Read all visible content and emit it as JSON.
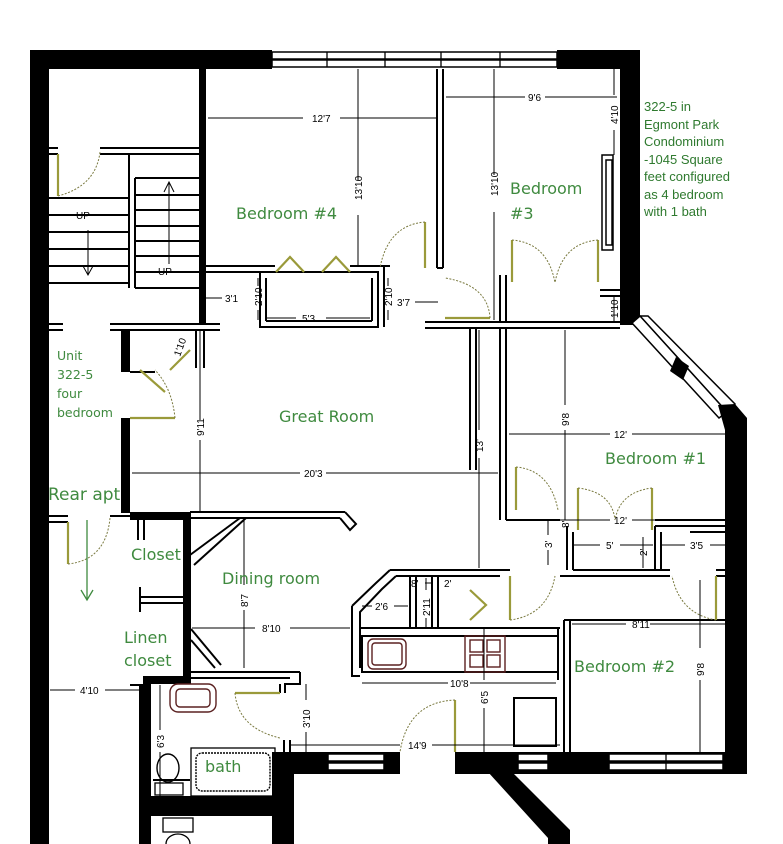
{
  "floor_plan": {
    "unit_note": {
      "lines": [
        "322-5 in",
        "Egmont Park",
        "Condominium",
        "-1045 Square",
        "feet configured",
        "as 4 bedroom",
        "with 1 bath"
      ]
    },
    "side_note": {
      "lines": [
        "Unit",
        "322-5",
        "four",
        "bedroom"
      ]
    },
    "rooms": {
      "bedroom4": "Bedroom #4",
      "bedroom3_line1": "Bedroom",
      "bedroom3_line2": "#3",
      "bedroom1": "Bedroom #1",
      "bedroom2": "Bedroom #2",
      "great_room": "Great Room",
      "dining_room": "Dining room",
      "closet": "Closet",
      "linen_line1": "Linen",
      "linen_line2": "closet",
      "bath": "bath",
      "rear_apt": "Rear apt"
    },
    "stairs": {
      "up_left": "UP",
      "up_right": "UP"
    },
    "dimensions": {
      "bed4_width": "12'7",
      "bed4_depth": "13'10",
      "bed3_width": "9'6",
      "bed3_depth": "13'10",
      "bed3_window_offset": "4'10",
      "bed3_closet_depth": "1'10",
      "hall_left": "3'1",
      "closet_left_depth": "2'10",
      "closet_width": "5'3",
      "closet_right_depth": "2'10",
      "hall_right": "3'7",
      "entry_closet": "1'10",
      "great_room_depth": "9'11",
      "great_room_width": "20'3",
      "kitchen_depth": "13'",
      "bed1_depth": "9'8",
      "bed1_width_top": "12'",
      "bed1_width_bottom": "12'",
      "bed1_closet_gap": "8'",
      "hall_3": "3'",
      "bed1_closet_a": "5'",
      "bed1_closet_b": "2'",
      "bed1_closet_c": "3'5",
      "dining_depth": "8'7",
      "dining_width": "8'10",
      "pantry_a": "2'6",
      "pantry_b": "8'",
      "pantry_c": "2'",
      "pantry_d": "2'11",
      "kitchen_width": "10'8",
      "kitchen_depth2": "6'5",
      "bed2_width": "8'11",
      "bed2_depth": "9'8",
      "hall_rear": "4'10",
      "bath_depth": "6'3",
      "bath_hall": "3'10",
      "entry_width": "14'9"
    },
    "colors": {
      "label_green": "#3f8a3f",
      "door_leaf": "#9a9a3a",
      "fixture": "#5a2020",
      "wall": "#000000"
    }
  }
}
